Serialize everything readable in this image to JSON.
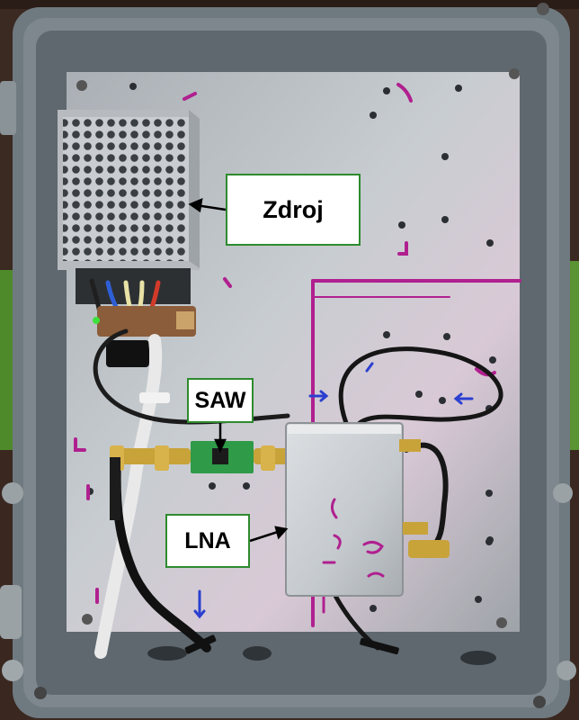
{
  "photo": {
    "subject": "enclosure-with-psu-saw-filter-and-lna",
    "colors": {
      "enclosure": "#6f7a80",
      "plate": "#b9bfc4",
      "marker": "#b0208f",
      "callout_border": "#2e8b2e",
      "wood": "#3b2a22",
      "foliage": "#4f8a2a"
    }
  },
  "callouts": {
    "zdroj": "Zdroj",
    "saw": "SAW",
    "lna": "LNA"
  }
}
